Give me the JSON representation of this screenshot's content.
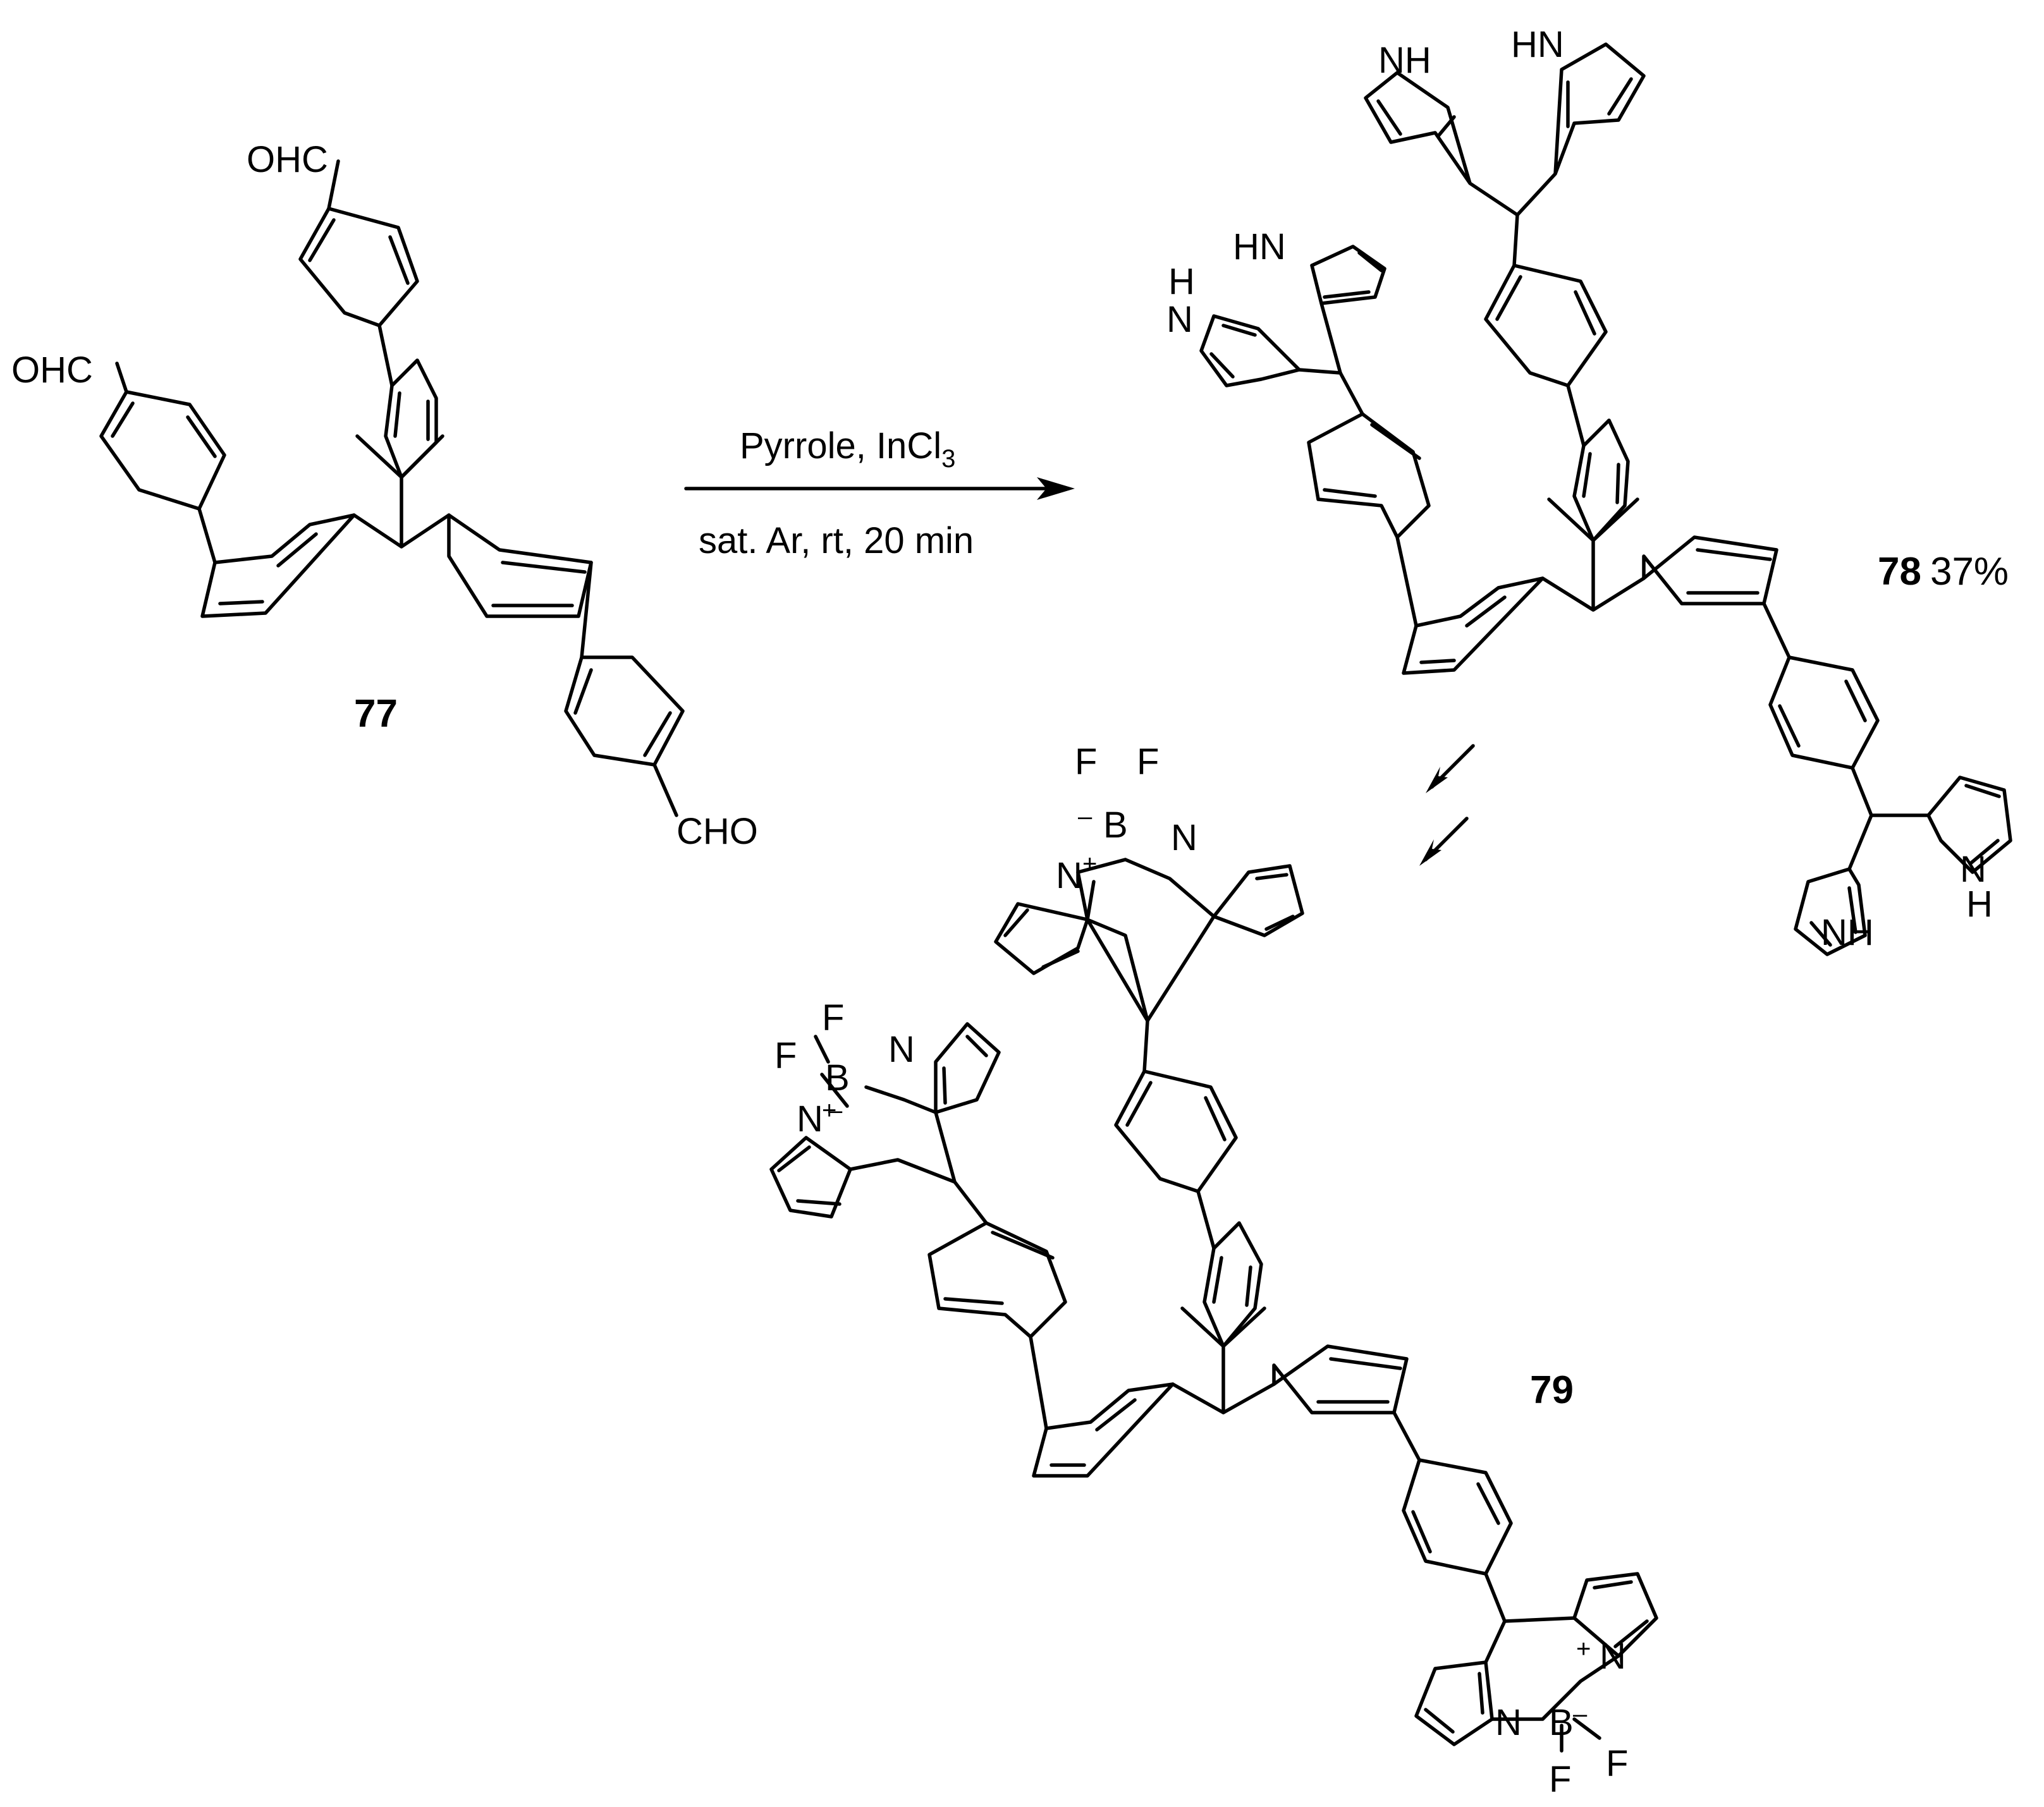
{
  "compounds": [
    {
      "id": "77",
      "label": "77"
    },
    {
      "id": "78",
      "label": "78",
      "yield": "37%"
    },
    {
      "id": "79",
      "label": "79"
    }
  ],
  "reaction": {
    "reagents": "Pyrrole, InCl",
    "reagents_subscript": "3",
    "conditions": "sat. Ar, rt, 20 min"
  },
  "atom_labels": {
    "aldehyde": "OHC",
    "aldehyde_right": "CHO",
    "nh": "NH",
    "hn": "HN",
    "h": "H",
    "n": "N",
    "b": "B",
    "f": "F",
    "plus": "+",
    "minus": "–"
  }
}
